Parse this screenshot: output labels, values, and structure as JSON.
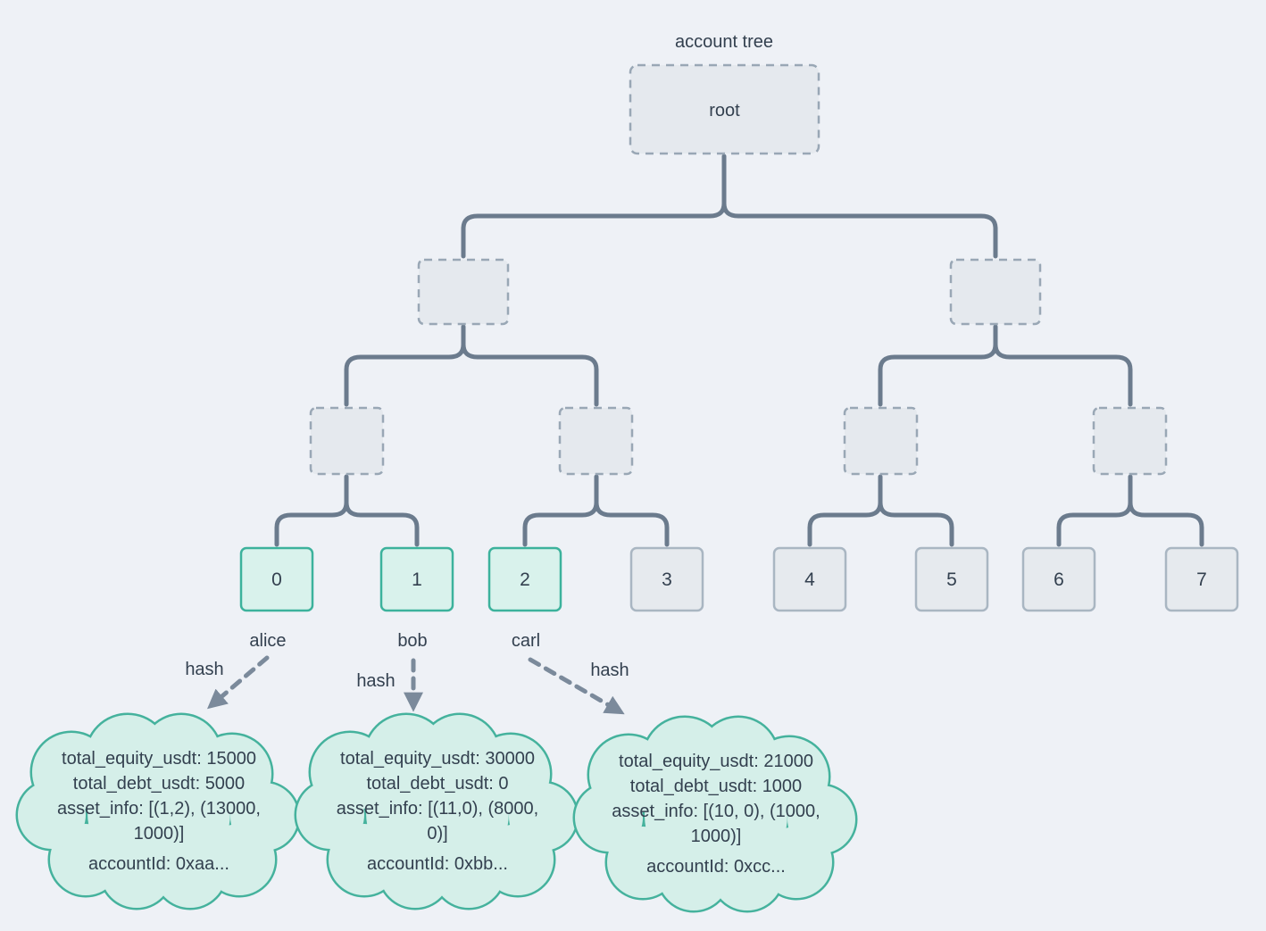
{
  "title": "account tree",
  "labels": {
    "hash": "hash"
  },
  "tree": {
    "root": "root",
    "leaves": [
      "0",
      "1",
      "2",
      "3",
      "4",
      "5",
      "6",
      "7"
    ],
    "highlighted_leaves": [
      "0",
      "1",
      "2"
    ]
  },
  "accounts": [
    {
      "owner": "alice",
      "leaf": "0",
      "total_equity_usdt": 15000,
      "total_debt_usdt": 5000,
      "asset_info": "[(1,2), (13000, 1000)]",
      "account_id": "0xaa...",
      "lines": [
        "total_equity_usdt: 15000",
        "total_debt_usdt: 5000",
        "asset_info: [(1,2), (13000,",
        "1000)]",
        "accountId: 0xaa..."
      ]
    },
    {
      "owner": "bob",
      "leaf": "1",
      "total_equity_usdt": 30000,
      "total_debt_usdt": 0,
      "asset_info": "[(11,0), (8000, 0)]",
      "account_id": "0xbb...",
      "lines": [
        "total_equity_usdt: 30000",
        "total_debt_usdt: 0",
        "asset_info: [(11,0), (8000,",
        "0)]",
        "accountId: 0xbb..."
      ]
    },
    {
      "owner": "carl",
      "leaf": "2",
      "total_equity_usdt": 21000,
      "total_debt_usdt": 1000,
      "asset_info": "[(10, 0), (1000, 1000)]",
      "account_id": "0xcc...",
      "lines": [
        "total_equity_usdt: 21000",
        "total_debt_usdt: 1000",
        "asset_info: [(10, 0), (1000,",
        "1000)]",
        "accountId: 0xcc..."
      ]
    }
  ],
  "colors": {
    "background": "#eef1f6",
    "tree_line": "#6b7b8d",
    "node_fill": "#e5e9ee",
    "node_dashed_border": "#99a7b5",
    "leaf_plain_border": "#a9b6c2",
    "leaf_active_fill": "#d9f2ec",
    "leaf_active_border": "#3cb29c",
    "cloud_fill": "#d5efe9",
    "cloud_border": "#45b29d",
    "text": "#33404f",
    "arrow": "#7b8a9b"
  }
}
